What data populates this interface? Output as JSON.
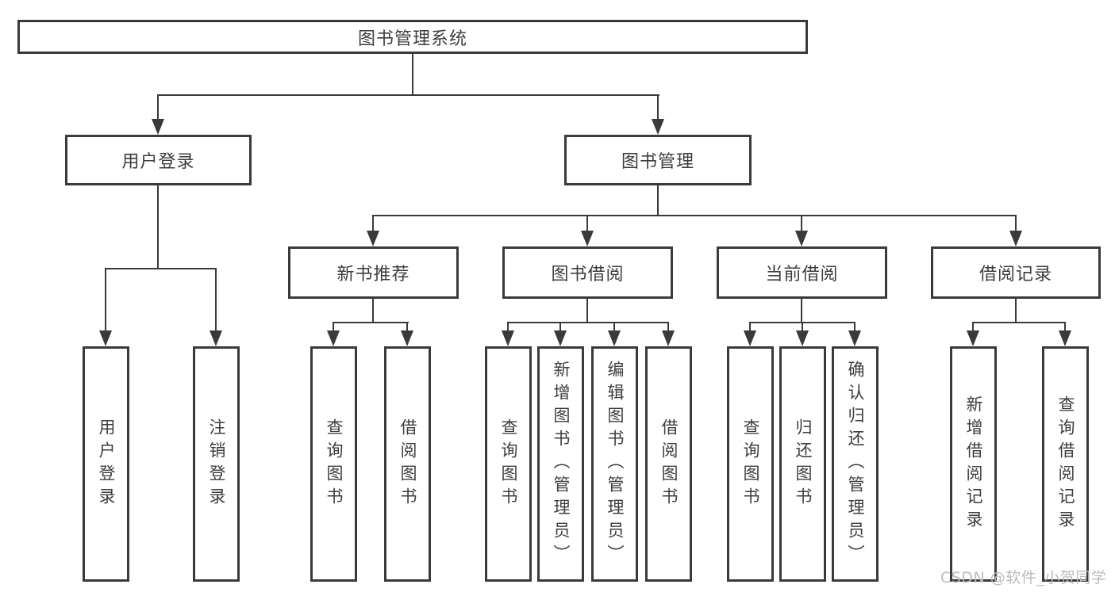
{
  "diagram": {
    "title_node": {
      "label": "图书管理系统"
    },
    "level2": [
      {
        "label": "用户登录"
      },
      {
        "label": "图书管理"
      }
    ],
    "level3": [
      {
        "label": "新书推荐"
      },
      {
        "label": "图书借阅"
      },
      {
        "label": "当前借阅"
      },
      {
        "label": "借阅记录"
      }
    ],
    "leaves": [
      {
        "label": "用户登录",
        "parent": "用户登录"
      },
      {
        "label": "注销登录",
        "parent": "用户登录"
      },
      {
        "label": "查询图书",
        "parent": "新书推荐"
      },
      {
        "label": "借阅图书",
        "parent": "新书推荐"
      },
      {
        "label": "查询图书",
        "parent": "图书借阅"
      },
      {
        "label": "新增图书（管理员）",
        "parent": "图书借阅"
      },
      {
        "label": "编辑图书（管理员）",
        "parent": "图书借阅"
      },
      {
        "label": "借阅图书",
        "parent": "图书借阅"
      },
      {
        "label": "查询图书",
        "parent": "当前借阅"
      },
      {
        "label": "归还图书",
        "parent": "当前借阅"
      },
      {
        "label": "确认归还（管理员）",
        "parent": "当前借阅"
      },
      {
        "label": "新增借阅记录",
        "parent": "借阅记录"
      },
      {
        "label": "查询借阅记录",
        "parent": "借阅记录"
      }
    ]
  },
  "watermark": {
    "text": "CSDN @软件_小贺同学"
  },
  "colors": {
    "line": "#3a3a3a",
    "text": "#3d3d3d",
    "watermark": "#bcbcbc",
    "background": "#ffffff"
  }
}
